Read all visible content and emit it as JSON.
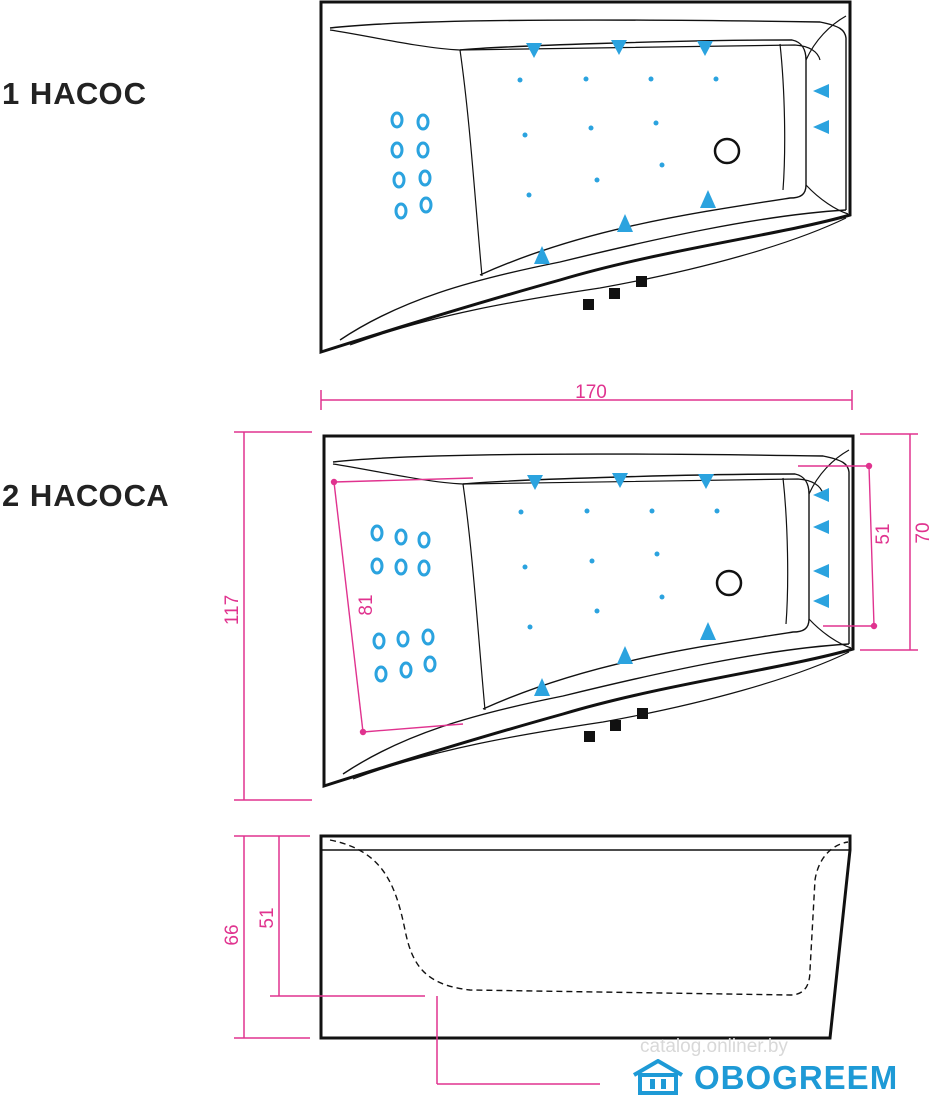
{
  "labels": {
    "pump1": "1 НАСОС",
    "pump2": "2 НАСОСА"
  },
  "dimensions": {
    "width_top": "170",
    "height_overall": "117",
    "right_outer": "70",
    "right_inner": "51",
    "seat_length": "81",
    "side_overall": "66",
    "side_inner": "51"
  },
  "brand": {
    "name": "OBOGREEM",
    "watermark": "catalog.onliner.by"
  },
  "colors": {
    "outline": "#111111",
    "jet": "#2ba3df",
    "dimension": "#e0338f",
    "brand": "#1e9ad6"
  },
  "icons": {
    "logo": "house-logo-icon",
    "jet": "jet-nozzle-icon",
    "control": "control-button-icon"
  }
}
